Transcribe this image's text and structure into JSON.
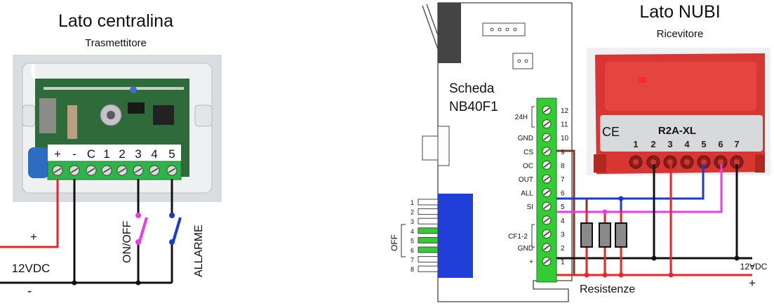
{
  "left": {
    "title": "Lato centralina",
    "subtitle": "Trasmettitore",
    "terminal_labels": [
      "+",
      "-",
      "C",
      "1",
      "2",
      "3",
      "4",
      "5"
    ],
    "plus_label": "+",
    "voltage_label": "12VDC",
    "minus_label": "-",
    "switch_onoff": "ON/OFF",
    "switch_allarme": "ALLARME",
    "colors": {
      "red": "#e8262a",
      "magenta": "#e83ce8",
      "blue": "#1a3ad8",
      "black": "#111111"
    }
  },
  "middle": {
    "board_name": "Scheda\nNB40F1",
    "board_name_line1": "Scheda",
    "board_name_line2": "NB40F1",
    "dip_label": "OFF",
    "dip_numbers": [
      "1",
      "2",
      "3",
      "4",
      "5",
      "6",
      "7",
      "8"
    ],
    "dip_on": [
      false,
      false,
      false,
      true,
      true,
      true,
      false,
      false
    ],
    "terminals": [
      {
        "num": "12",
        "label": ""
      },
      {
        "num": "11",
        "label": ""
      },
      {
        "num": "10",
        "label": "GND"
      },
      {
        "num": "9",
        "label": "CS"
      },
      {
        "num": "8",
        "label": "OC"
      },
      {
        "num": "7",
        "label": "OUT"
      },
      {
        "num": "6",
        "label": "ALL"
      },
      {
        "num": "5",
        "label": "SI"
      },
      {
        "num": "4",
        "label": ""
      },
      {
        "num": "3",
        "label": ""
      },
      {
        "num": "2",
        "label": "GND"
      },
      {
        "num": "1",
        "label": "+"
      }
    ],
    "group_24h": "24H",
    "group_cf": "CF1-2",
    "terminal_color": "#33cc33"
  },
  "right": {
    "title": "Lato NUBI",
    "subtitle": "Ricevitore",
    "model": "R2A-XL",
    "ce_mark": "CE",
    "terminal_numbers": [
      "1",
      "2",
      "3",
      "4",
      "5",
      "6",
      "7"
    ],
    "resistors_label": "Resistenze",
    "minus_label": "-",
    "voltage_label": "12VDC",
    "plus_label": "+",
    "brown_color": "#7a3a22"
  }
}
